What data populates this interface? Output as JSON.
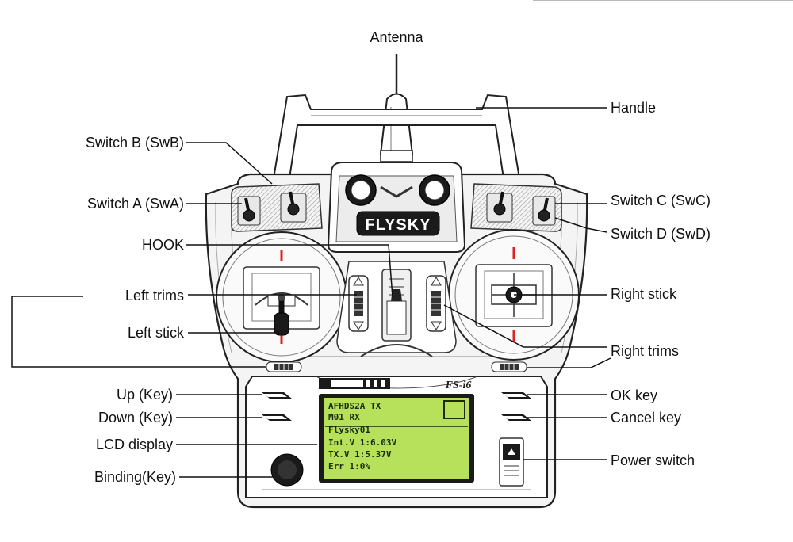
{
  "brand": "FLYSKY",
  "model": "FS-i6",
  "lcd": {
    "line1": "AFHDS2A TX",
    "line2": "M01      RX",
    "line3": "Flysky01",
    "line4": "Int.V  1:6.03V",
    "line5": "TX.V   1:5.37V",
    "line6": "Err    1:0%"
  },
  "labels": {
    "antenna": "Antenna",
    "handle": "Handle",
    "switch_b": "Switch B (SwB)",
    "switch_a": "Switch A (SwA)",
    "switch_c": "Switch C (SwC)",
    "switch_d": "Switch D (SwD)",
    "hook": "HOOK",
    "left_trims": "Left trims",
    "left_stick": "Left stick",
    "right_stick": "Right stick",
    "right_trims": "Right trims",
    "up_key": "Up (Key)",
    "down_key": "Down (Key)",
    "lcd_display": "LCD display",
    "binding_key": "Binding(Key)",
    "ok_key": "OK key",
    "cancel_key": "Cancel key",
    "power_switch": "Power switch"
  }
}
